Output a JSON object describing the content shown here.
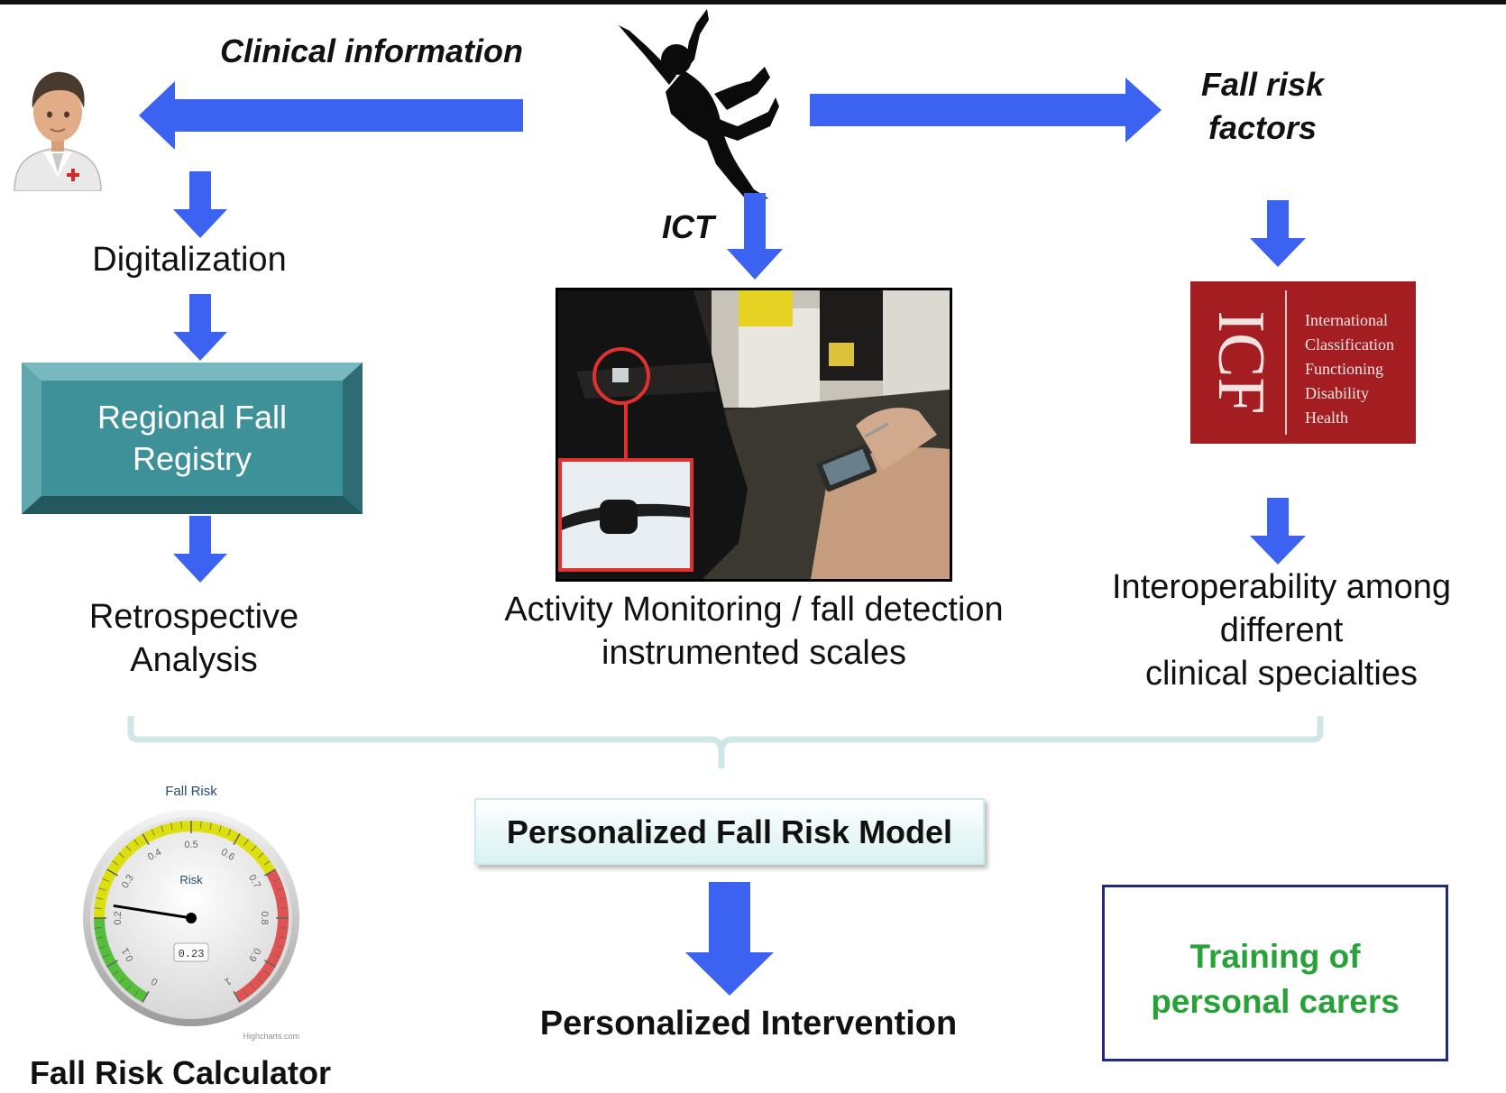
{
  "labels": {
    "clinical_information": "Clinical information",
    "fall_risk_factors_line1": "Fall risk",
    "fall_risk_factors_line2": "factors",
    "ict": "ICT",
    "digitalization": "Digitalization",
    "registry_line1": "Regional Fall",
    "registry_line2": "Registry",
    "retrospective_line1": "Retrospective",
    "retrospective_line2": "Analysis",
    "activity_line1": "Activity Monitoring / fall detection",
    "activity_line2": "instrumented scales",
    "interop_line1": "Interoperability among different",
    "interop_line2": "clinical specialties",
    "model": "Personalized Fall Risk Model",
    "intervention": "Personalized Intervention",
    "training_line1": "Training of",
    "training_line2": "personal carers",
    "calculator": "Fall Risk Calculator"
  },
  "icf": {
    "letters": "ICF",
    "items": [
      "International",
      "Classification",
      "Functioning",
      "Disability",
      "Health"
    ]
  },
  "gauge": {
    "title": "Fall Risk",
    "inner_label": "Risk",
    "value": 0.23,
    "value_text": "0.23",
    "ticks": [
      "0",
      "0.1",
      "0.2",
      "0.3",
      "0.4",
      "0.5",
      "0.6",
      "0.7",
      "0.8",
      "0.9",
      "1"
    ],
    "green_to": 0.2,
    "yellow_to": 0.7,
    "credit": "Highcharts.com",
    "colors": {
      "green": "#55bf3b",
      "yellow": "#dddf0d",
      "red": "#df5353"
    }
  },
  "colors": {
    "arrow": "#3b62f0",
    "registry": "#3f9199",
    "icf_bg": "#a31d21",
    "training_text": "#27a238",
    "training_border": "#1f2a80"
  },
  "icons": {
    "doctor": "doctor-icon",
    "falling_person": "falling-person-icon"
  }
}
